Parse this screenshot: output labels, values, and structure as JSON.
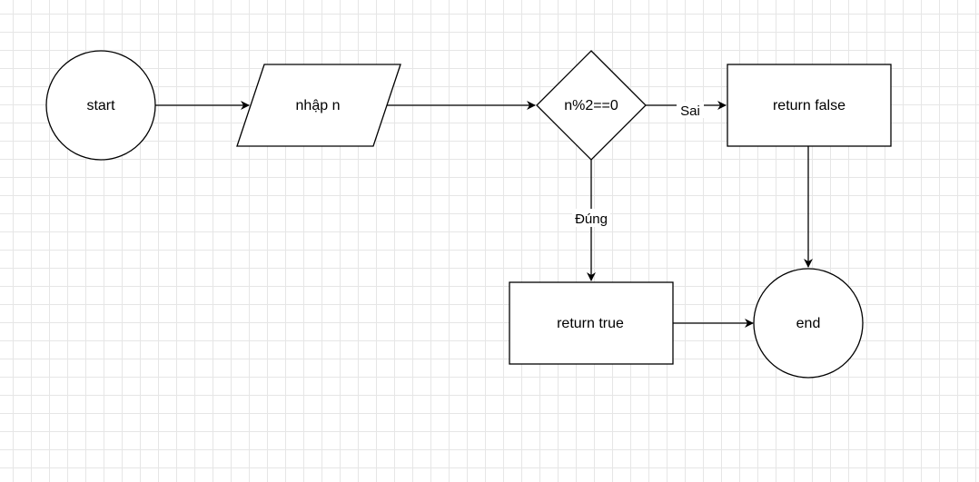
{
  "diagram": {
    "nodes": {
      "start": {
        "label": "start",
        "shape": "circle"
      },
      "input": {
        "label": "nhập n",
        "shape": "parallelogram"
      },
      "decision": {
        "label": "n%2==0",
        "shape": "diamond"
      },
      "return_false": {
        "label": "return false",
        "shape": "rectangle"
      },
      "return_true": {
        "label": "return true",
        "shape": "rectangle"
      },
      "end": {
        "label": "end",
        "shape": "circle"
      }
    },
    "edges": {
      "decision_to_false": {
        "label": "Sai"
      },
      "decision_to_true": {
        "label": "Đúng"
      }
    },
    "colors": {
      "stroke": "#000000",
      "fill": "#ffffff",
      "grid": "#e6e6e6"
    }
  }
}
